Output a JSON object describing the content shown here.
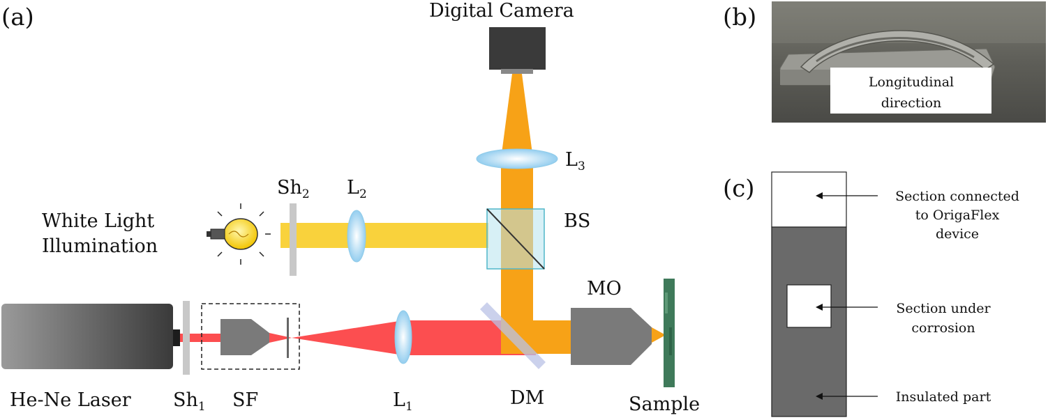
{
  "panels": {
    "a": "(a)",
    "b": "(b)",
    "c": "(c)"
  },
  "setup": {
    "camera": "Digital Camera",
    "white_light_line1": "White Light",
    "white_light_line2": "Illumination",
    "laser": "He-Ne Laser",
    "sh1": "Sh",
    "sh1_sub": "1",
    "sh2": "Sh",
    "sh2_sub": "2",
    "sf": "SF",
    "l1": "L",
    "l1_sub": "1",
    "l2": "L",
    "l2_sub": "2",
    "l3": "L",
    "l3_sub": "3",
    "bs": "BS",
    "dm": "DM",
    "mo": "MO",
    "sample": "Sample"
  },
  "photo": {
    "label_line1": "Longitudinal",
    "label_line2": "direction"
  },
  "schematic": {
    "top_line1": "Section connected",
    "top_line2": "to OrigaFlex",
    "top_line3": "device",
    "mid_line1": "Section under",
    "mid_line2": "corrosion",
    "bottom": "Insulated part"
  },
  "colors": {
    "laser_beam": "#fc4e50",
    "white_beam": "#f9d23c",
    "combined_beam": "#f7a217",
    "optics_gray": "#7a7a7a",
    "lens": "#a8d8f2",
    "sample": "#3f7a5a",
    "insulated": "#6a6a6a"
  }
}
